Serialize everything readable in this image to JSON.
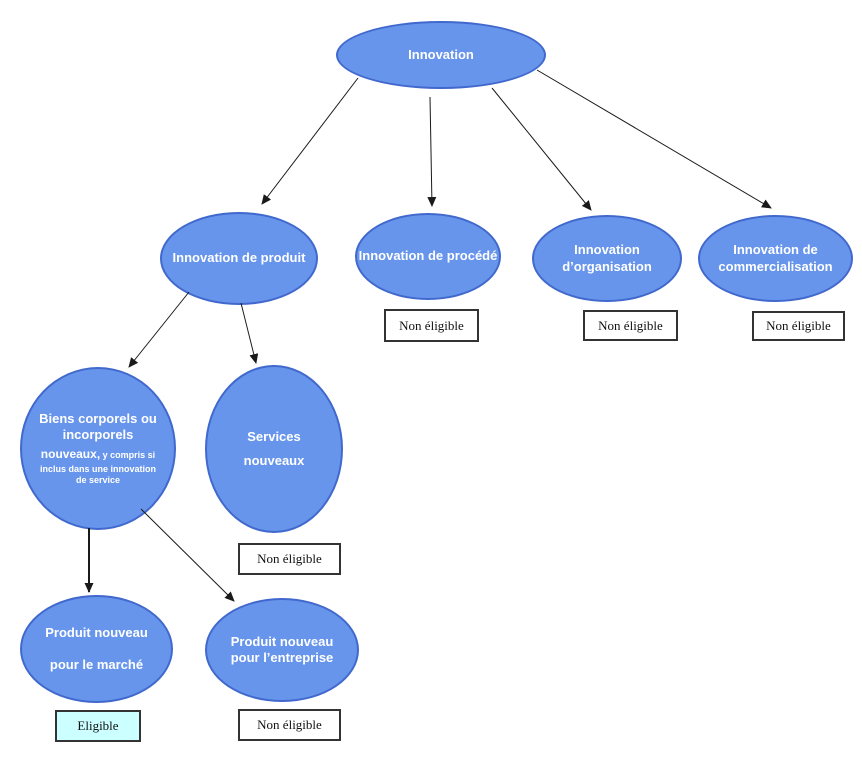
{
  "diagram": {
    "colors": {
      "node_fill": "#6795ec",
      "node_border": "#4169cd",
      "eligible_fill": "#ccffff",
      "box_border": "#333333",
      "arrow": "#1a1a1a",
      "node_text": "#ffffff",
      "box_text": "#111111",
      "background": "#ffffff"
    },
    "nodes": {
      "innovation": {
        "label": "Innovation"
      },
      "produit": {
        "label": "Innovation de produit"
      },
      "procede": {
        "label": "Innovation de procédé"
      },
      "organisation": {
        "line1": "Innovation",
        "line2": "d’organisation"
      },
      "commercialisation": {
        "line1": "Innovation de",
        "line2": "commercialisation"
      },
      "biens": {
        "line1": "Biens corporels ou",
        "line2": "incorporels",
        "line3a": "nouveaux,",
        "line3b": " y compris si",
        "line4": "inclus dans une innovation",
        "line5": "de service"
      },
      "services": {
        "line1": "Services",
        "line2": "nouveaux"
      },
      "marche": {
        "line1": "Produit nouveau",
        "line2": "pour le marché"
      },
      "entreprise": {
        "line1": "Produit nouveau",
        "line2": "pour l’entreprise"
      }
    },
    "labels": {
      "eligible": "Eligible",
      "non_eligible": "Non éligible"
    }
  }
}
